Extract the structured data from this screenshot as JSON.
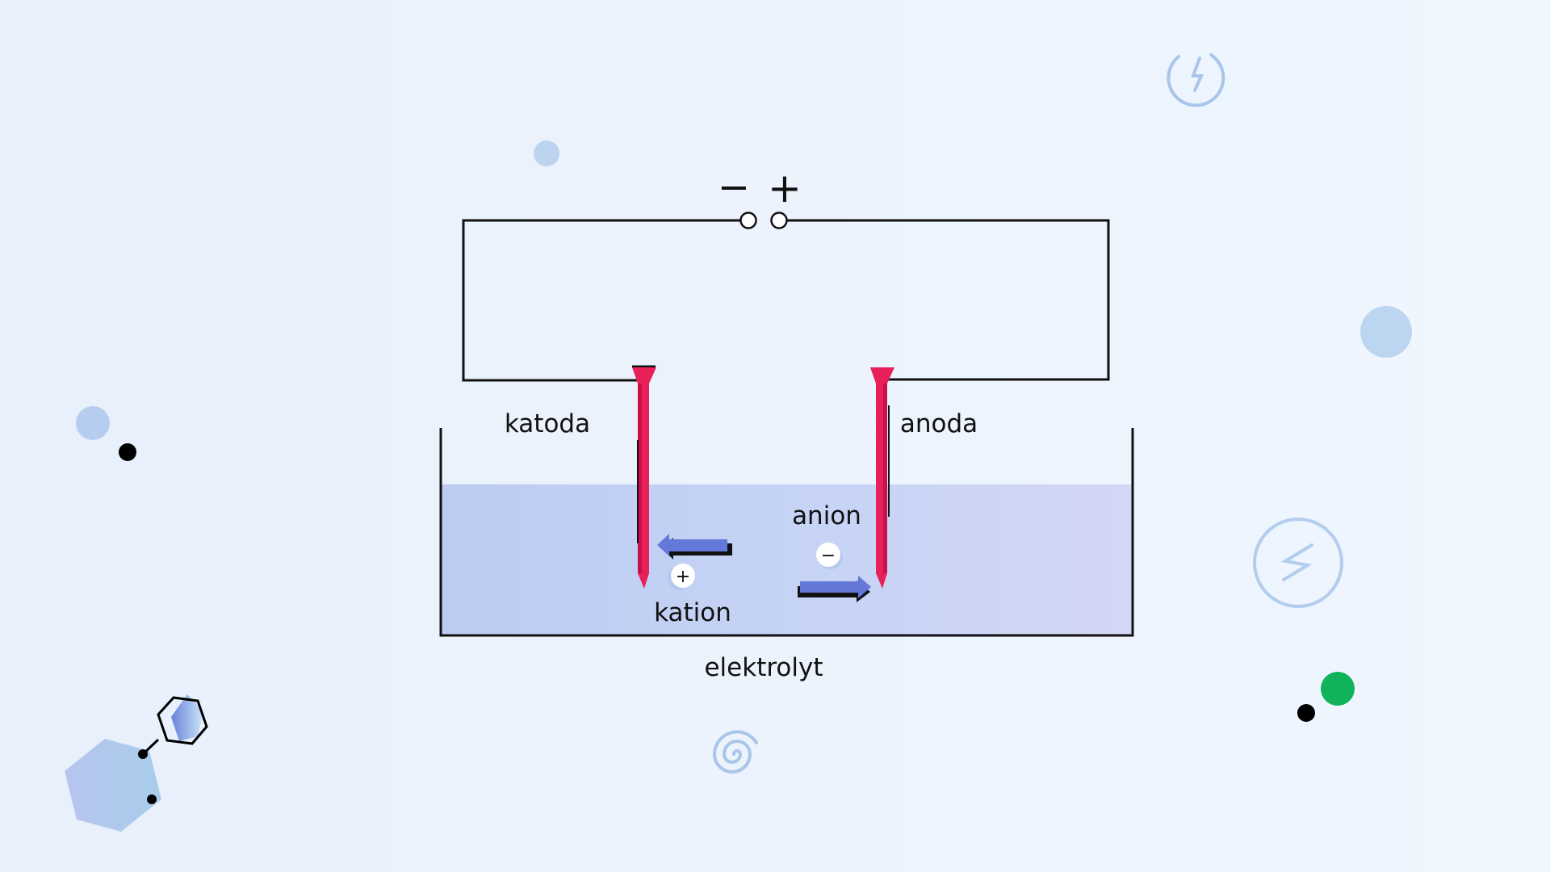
{
  "diagram": {
    "terminals": {
      "negative": "−",
      "positive": "+"
    },
    "labels": {
      "cathode": "katoda",
      "anode": "anoda",
      "anion": "anion",
      "cation": "kation",
      "electrolyte": "elektrolyt"
    },
    "ion_signs": {
      "cation": "+",
      "anion": "−"
    }
  },
  "colors": {
    "electrode": "#e8205a",
    "arrow": "#6378d8",
    "electrolyte": "#c3d0f3",
    "accent_green": "#10b35a"
  }
}
